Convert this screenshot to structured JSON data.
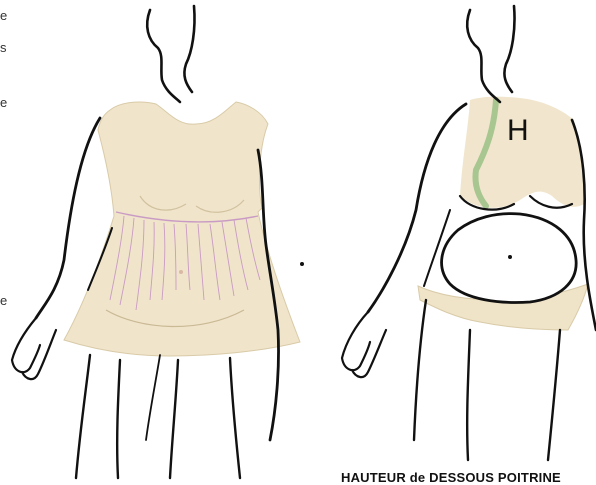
{
  "edge_fragments": [
    "e",
    "s",
    "e",
    "e"
  ],
  "right_figure": {
    "measure_letter": "H",
    "caption": "HAUTEUR de DESSOUS POITRINE"
  },
  "colors": {
    "garment": "#efe3c8",
    "garment_edge": "#d9cba8",
    "gather_lines": "#c99bc4",
    "measure_line": "#9fc28a",
    "outline": "#111111"
  }
}
